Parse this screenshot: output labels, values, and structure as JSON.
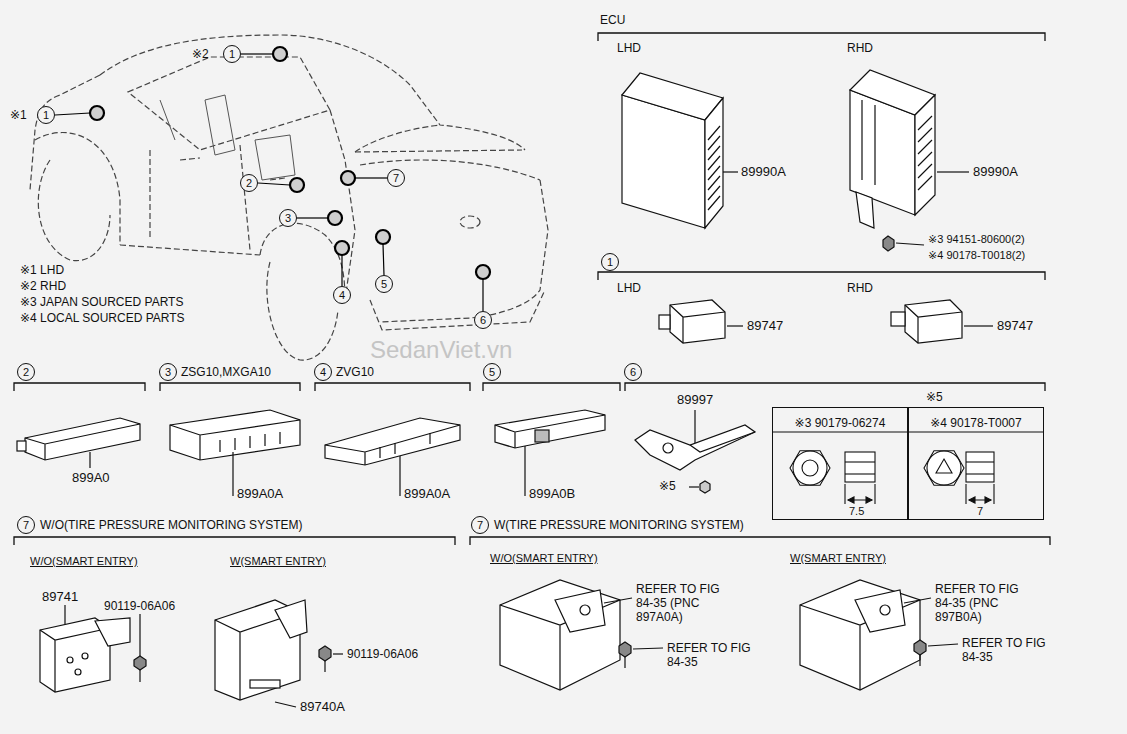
{
  "diagram": {
    "nodes": [
      {
        "text": [
          "1"
        ]
      },
      {
        "text": [
          "1"
        ]
      },
      {
        "text": [
          "2"
        ]
      },
      {
        "text": [
          "3"
        ]
      },
      {
        "text": [
          "4"
        ]
      },
      {
        "text": [
          "5"
        ]
      },
      {
        "text": [
          "6"
        ]
      },
      {
        "text": [
          "7"
        ]
      },
      {
        "text": [
          "1"
        ]
      },
      {
        "text": [
          "2"
        ]
      },
      {
        "text": [
          "3"
        ]
      },
      {
        "text": [
          "4"
        ]
      },
      {
        "text": [
          "5"
        ]
      },
      {
        "text": [
          "6"
        ]
      },
      {
        "text": [
          "※3 90179-06274"
        ]
      },
      {
        "text": [
          "※4 90178-T0007"
        ]
      },
      {
        "text": [
          "7"
        ]
      },
      {
        "text": [
          "7"
        ]
      }
    ],
    "labels": [
      "※1",
      "※2",
      "※1 LHD",
      "※2 RHD",
      "※3 JAPAN SOURCED PARTS",
      "※4 LOCAL SOURCED PARTS",
      "ECU",
      "LHD",
      "RHD",
      "89990A",
      "89990A",
      "※3 94151-80600(2)",
      "※4 90178-T0018(2)",
      "LHD",
      "RHD",
      "89747",
      "89747",
      "ZSG10,MXGA10",
      "ZVG10",
      "SedanViet.vn",
      "899A0",
      "899A0A",
      "899A0A",
      "899A0B",
      "89997",
      "※5",
      "※5",
      "7.5",
      "7",
      "W/O(TIRE PRESSURE MONITORING SYSTEM)",
      "W(TIRE PRESSURE MONITORING SYSTEM)",
      "W/O(SMART ENTRY)",
      "W(SMART ENTRY)",
      "W/O(SMART ENTRY)",
      "W(SMART ENTRY)",
      "89741",
      "90119-06A06",
      "90119-06A06",
      "89740A",
      "REFER TO FIG 84-35 (PNC 897A0A)",
      "REFER TO FIG 84-35",
      "REFER TO FIG 84-35 (PNC 897B0A)",
      "REFER TO FIG 84-35"
    ]
  }
}
